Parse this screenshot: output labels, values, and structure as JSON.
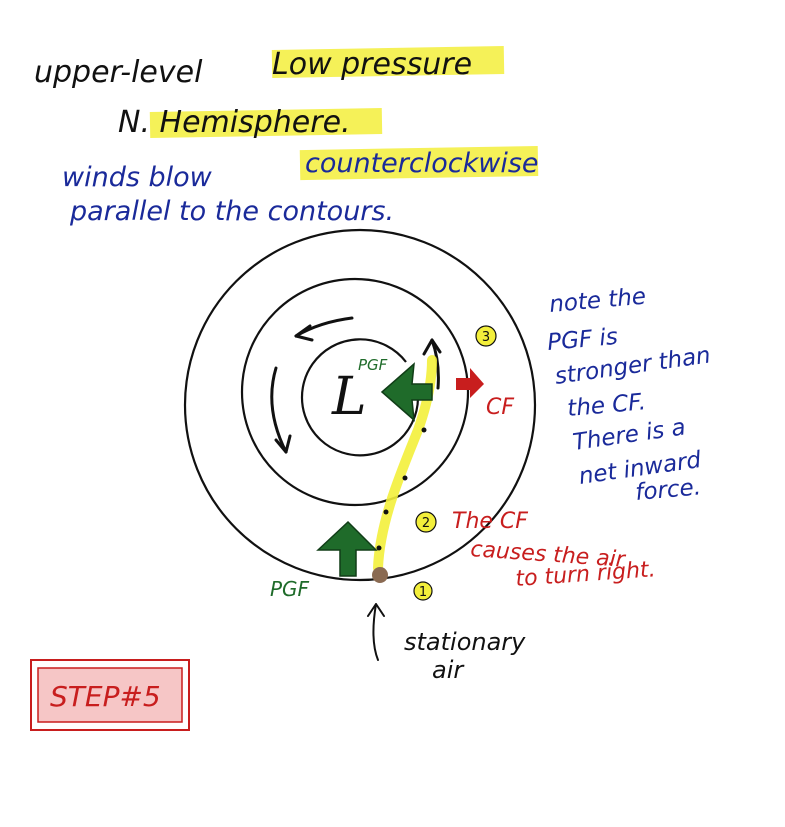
{
  "title": {
    "line1_a": "upper-level",
    "line1_b": "Low pressure",
    "line2": "N. Hemisphere."
  },
  "description": {
    "line1_a": "winds blow",
    "line1_b": "counterclockwise",
    "line2": "parallel to the contours."
  },
  "diagram": {
    "center_label": "L",
    "pgf_inner_label": "PGF",
    "pgf_outer_label": "PGF",
    "cf_label": "CF",
    "marker_1": "1",
    "marker_2": "2",
    "marker_3": "3",
    "stationary_line1": "stationary",
    "stationary_line2": "air"
  },
  "note": {
    "lines": [
      "note the",
      "PGF is",
      "stronger than",
      "the CF.",
      "There is a",
      "net inward",
      "force."
    ]
  },
  "cf_note": {
    "line1": "The CF",
    "line2": "causes the air",
    "line3": "to turn right."
  },
  "step_label": "STEP#5",
  "colors": {
    "ink": "#111111",
    "blue_ink": "#1a2a9a",
    "red_ink": "#c81e1e",
    "green_arrow": "#1f6b2a",
    "highlight": "#f3ef3b",
    "brown_dot": "#8a6a52"
  }
}
